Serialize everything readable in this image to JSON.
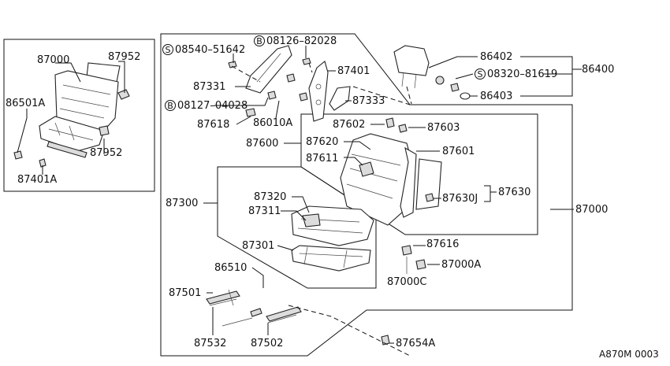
{
  "caption": "A870M 0003",
  "labels": {
    "l87000_inset": "87000",
    "l87952_top": "87952",
    "l86501A": "86501A",
    "l87952_bot": "87952",
    "l87401A": "87401A",
    "l08540": "08540–51642",
    "l08126": "08126–82028",
    "l87331": "87331",
    "l87401": "87401",
    "l08127": "08127–04028",
    "l87333": "87333",
    "l87618": "87618",
    "l86010A": "86010A",
    "l86402": "86402",
    "l08320": "08320–81619",
    "l86400": "86400",
    "l86403": "86403",
    "l87602": "87602",
    "l87603": "87603",
    "l87600": "87600",
    "l87620": "87620",
    "l87601": "87601",
    "l87611": "87611",
    "l87630J": "87630J",
    "l87630": "87630",
    "l87300": "87300",
    "l87320": "87320",
    "l87311": "87311",
    "l87000_main": "87000",
    "l87616": "87616",
    "l87301": "87301",
    "l87000A": "87000A",
    "l87000C": "87000C",
    "l86510": "86510",
    "l87501": "87501",
    "l87532": "87532",
    "l87502": "87502",
    "l87654A": "87654A"
  },
  "symbols": {
    "s_S": "S",
    "b_B": "B"
  }
}
